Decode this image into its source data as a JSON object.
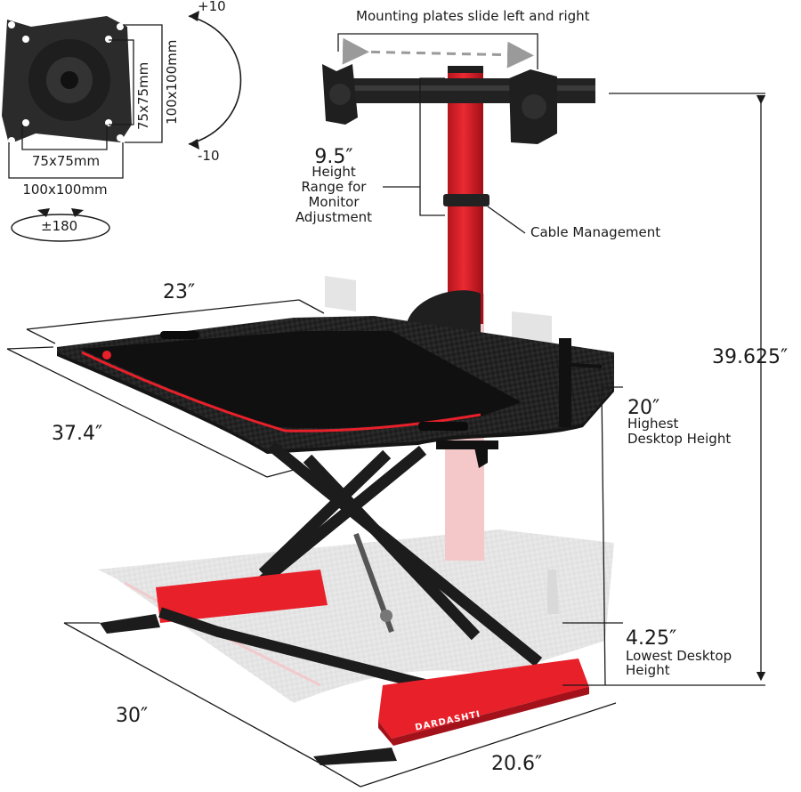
{
  "mount_plate": {
    "inner_width_label": "75x75mm",
    "outer_width_label": "100x100mm",
    "inner_height_label": "75x75mm",
    "outer_height_label": "100x100mm"
  },
  "tilt": {
    "plus": "+10",
    "minus": "-10"
  },
  "swivel": {
    "label": "±180"
  },
  "top_note": "Mounting plates slide left and right",
  "monitor_height": {
    "value": "9.5″",
    "lines": [
      "Height",
      "Range for",
      "Monitor",
      "Adjustment"
    ]
  },
  "cable_label": "Cable Management",
  "dimensions": {
    "top_width": "23″",
    "depth": "37.4″",
    "base_depth": "30″",
    "base_width": "20.6″",
    "total_height": "39.625″",
    "highest_value": "20″",
    "highest_lines": [
      "Highest",
      "Desktop Height"
    ],
    "lowest_value": "4.25″",
    "lowest_lines": [
      "Lowest Desktop",
      "Height"
    ]
  },
  "brand": "DARDASHTI",
  "colors": {
    "accent_red": "#e8202a",
    "desk_black": "#1b1b1b",
    "frame": "#222222"
  }
}
